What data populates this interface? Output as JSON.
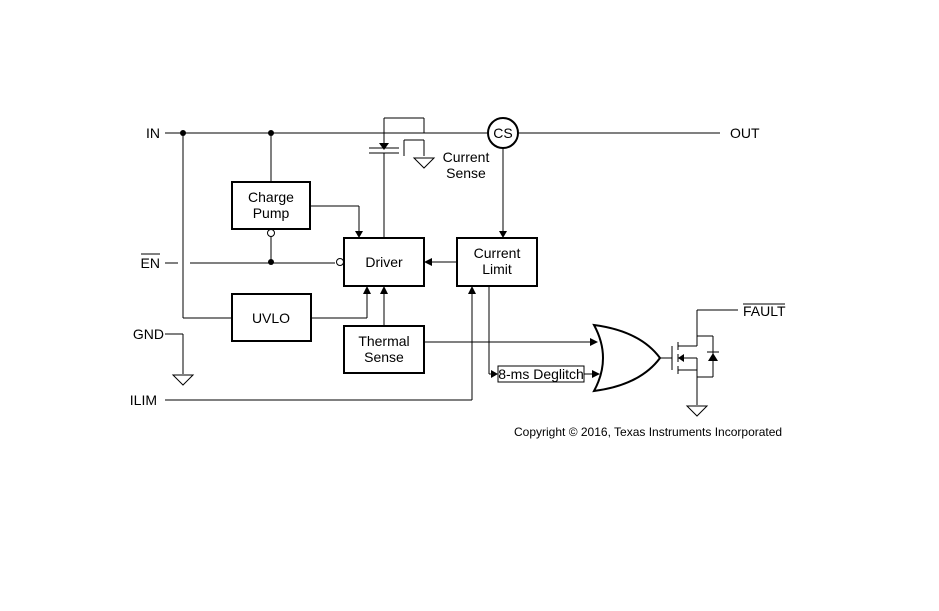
{
  "pins": {
    "in": "IN",
    "out": "OUT",
    "en": "EN",
    "gnd": "GND",
    "ilim": "ILIM",
    "fault": "FAULT"
  },
  "blocks": {
    "charge_pump": [
      "Charge",
      "Pump"
    ],
    "driver": "Driver",
    "current_limit": [
      "Current",
      "Limit"
    ],
    "uvlo": "UVLO",
    "thermal_sense": [
      "Thermal",
      "Sense"
    ],
    "deglitch": "8-ms Deglitch",
    "cs": "CS",
    "current_sense": [
      "Current",
      "Sense"
    ]
  },
  "copyright": "Copyright © 2016, Texas Instruments Incorporated"
}
